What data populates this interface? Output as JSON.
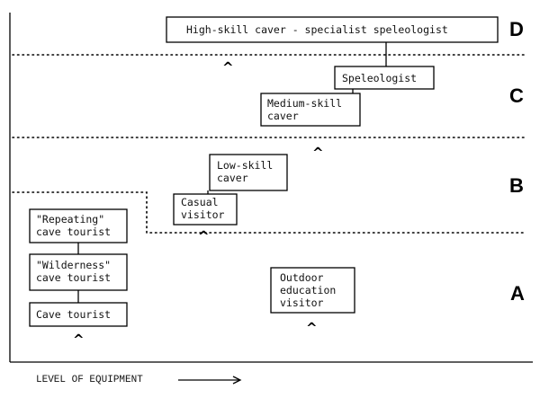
{
  "zones": {
    "a": "A",
    "b": "B",
    "c": "C",
    "d": "D"
  },
  "boxes": {
    "high_skill": "High-skill caver - specialist speleologist",
    "speleologist": "Speleologist",
    "medium_skill": [
      "Medium-skill",
      "caver"
    ],
    "low_skill": [
      "Low-skill",
      "caver"
    ],
    "casual_visitor": [
      "Casual",
      "visitor"
    ],
    "repeating_tourist": [
      "\"Repeating\"",
      "cave tourist"
    ],
    "wilderness_tourist": [
      "\"Wilderness\"",
      "cave tourist"
    ],
    "cave_tourist": "Cave tourist",
    "outdoor_education": [
      "Outdoor",
      "education",
      "visitor"
    ]
  },
  "caret_symbol": "^",
  "axis": {
    "label": "LEVEL OF EQUIPMENT"
  }
}
